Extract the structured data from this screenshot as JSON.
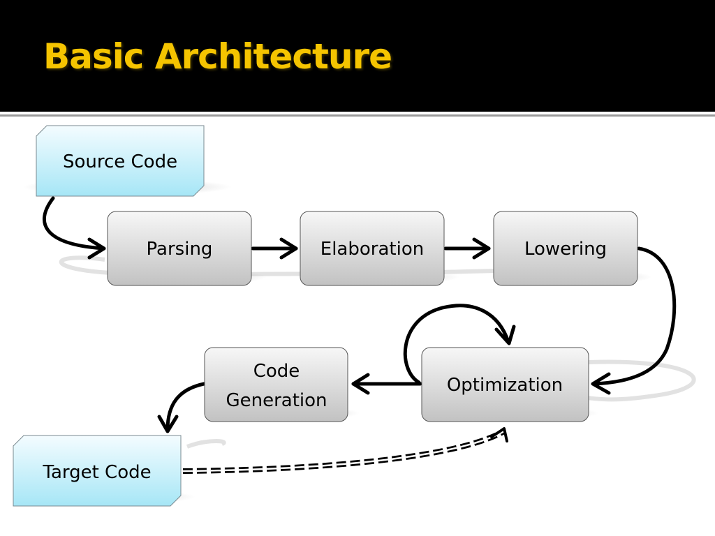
{
  "slide": {
    "title": "Basic Architecture"
  },
  "nodes": {
    "source_code": "Source Code",
    "parsing": "Parsing",
    "elaboration": "Elaboration",
    "lowering": "Lowering",
    "optimization": "Optimization",
    "code_generation_line1": "Code",
    "code_generation_line2": "Generation",
    "target_code": "Target Code"
  },
  "colors": {
    "title_bar": "#000000",
    "title_text": "#f5c400",
    "io_box_top": "#f4fcff",
    "io_box_bottom": "#a6e6f6",
    "stage_box_top": "#f7f7f7",
    "stage_box_bottom": "#c2c2c2",
    "connector": "#000000"
  }
}
